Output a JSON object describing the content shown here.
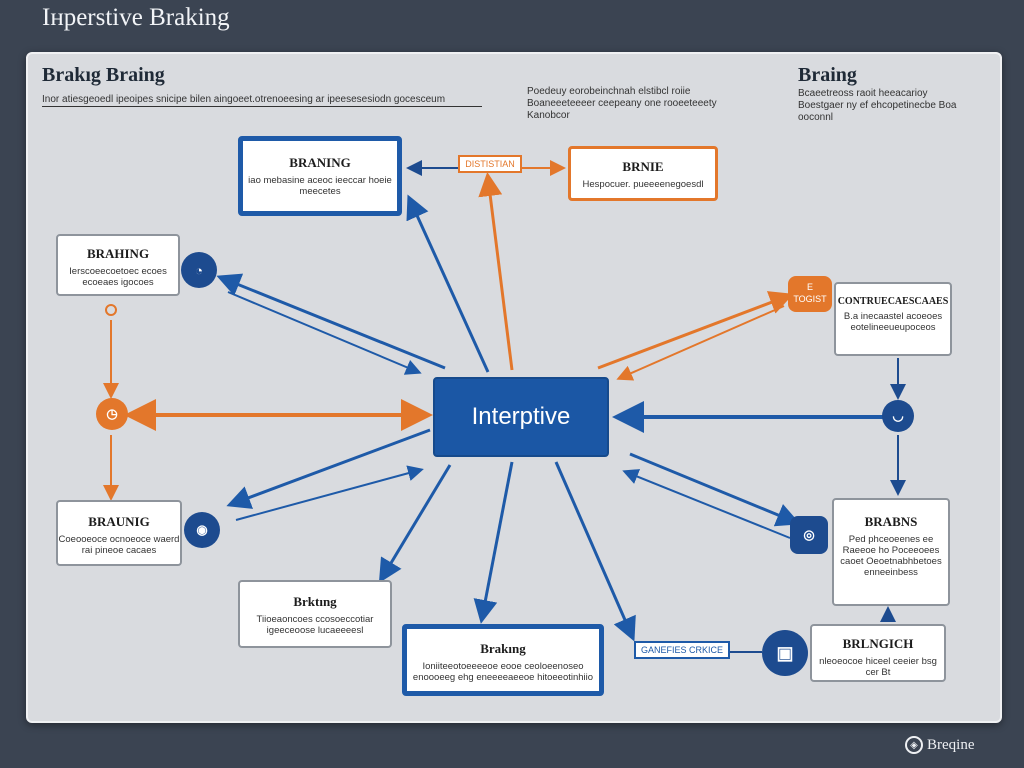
{
  "header": {
    "title": "Iнperstive Braking"
  },
  "panel": {
    "heading_left": "Brakıg Braing",
    "subtitle_left": "Inor atiesgeoedl ipeoipes snicipe bilen aingoeet.otrenoeesing ar ipeesesesiodn gocesceum",
    "note_middle": "Poedeuy eorobeinchnah elstibcl roiie Boaneeeteeeer ceepeany one rooeeteeety Kanobcor",
    "heading_right": "Braing",
    "note_right": "Bcaeetreoss raoit heeacarioy Boestgaer ny ef ehcopetinecbe Boa ooconnl"
  },
  "center": {
    "label": "Interptive"
  },
  "nodes": {
    "top_left": {
      "title": "BRANING",
      "desc": "iao mebasine aceoc ieeccar hoeie meecetes"
    },
    "top_middle": {
      "title": "BRNIE",
      "desc": "Hespocuer. pueeeenegoesdl"
    },
    "left_upper": {
      "title": "BRAHING",
      "desc": "Ierscoeecoetoec ecoes ecoeaes igocoes"
    },
    "right_upper": {
      "title": "CONTRUECAESCAAES",
      "desc": "B.a inecaastel acoeoes eotelineeueupoceos"
    },
    "left_lower": {
      "title": "BRAUNIG",
      "desc": "Coeooeoce ocnoeoce waerd rai pineoe cacaes"
    },
    "bottom_left": {
      "title": "Brktıng",
      "desc": "Tiioeaoncoes ccosoeccotiar igeeceoose lucaeeeesl"
    },
    "bottom_center": {
      "title": "Brakıng",
      "desc": "Ioniiteeotoeeeeoe eooe ceoloeenoseo enoooeeg ehg eneeeeaeeoe hitoeeotinhiio"
    },
    "right_lower": {
      "title": "BRABNS",
      "desc": "Ped phceoeenes ee Raeeoe ho Poceeoees caoet Oeoetnabhbetoes enneeinbess"
    },
    "bottom_right": {
      "title": "BRLNGICH",
      "desc": "nleoeocoe hiceel ceeier bsg cer Bt"
    }
  },
  "tags": {
    "top_middle": "DISTISTIAN",
    "bottom_center": "GANEFIES CRKICE",
    "right_badge": "E\nTOGIST"
  },
  "colors": {
    "blue": "#1e5aa8",
    "orange": "#e3772b",
    "navy_icon": "#1d4b8f",
    "background": "#3b4452",
    "panel": "#d9dbdf"
  },
  "icons": [
    "gauge-icon",
    "clock-icon",
    "person-icon",
    "lock-icon",
    "eye-icon",
    "car-icon",
    "brand-logo-icon"
  ],
  "brand": {
    "name": "Breqine"
  }
}
